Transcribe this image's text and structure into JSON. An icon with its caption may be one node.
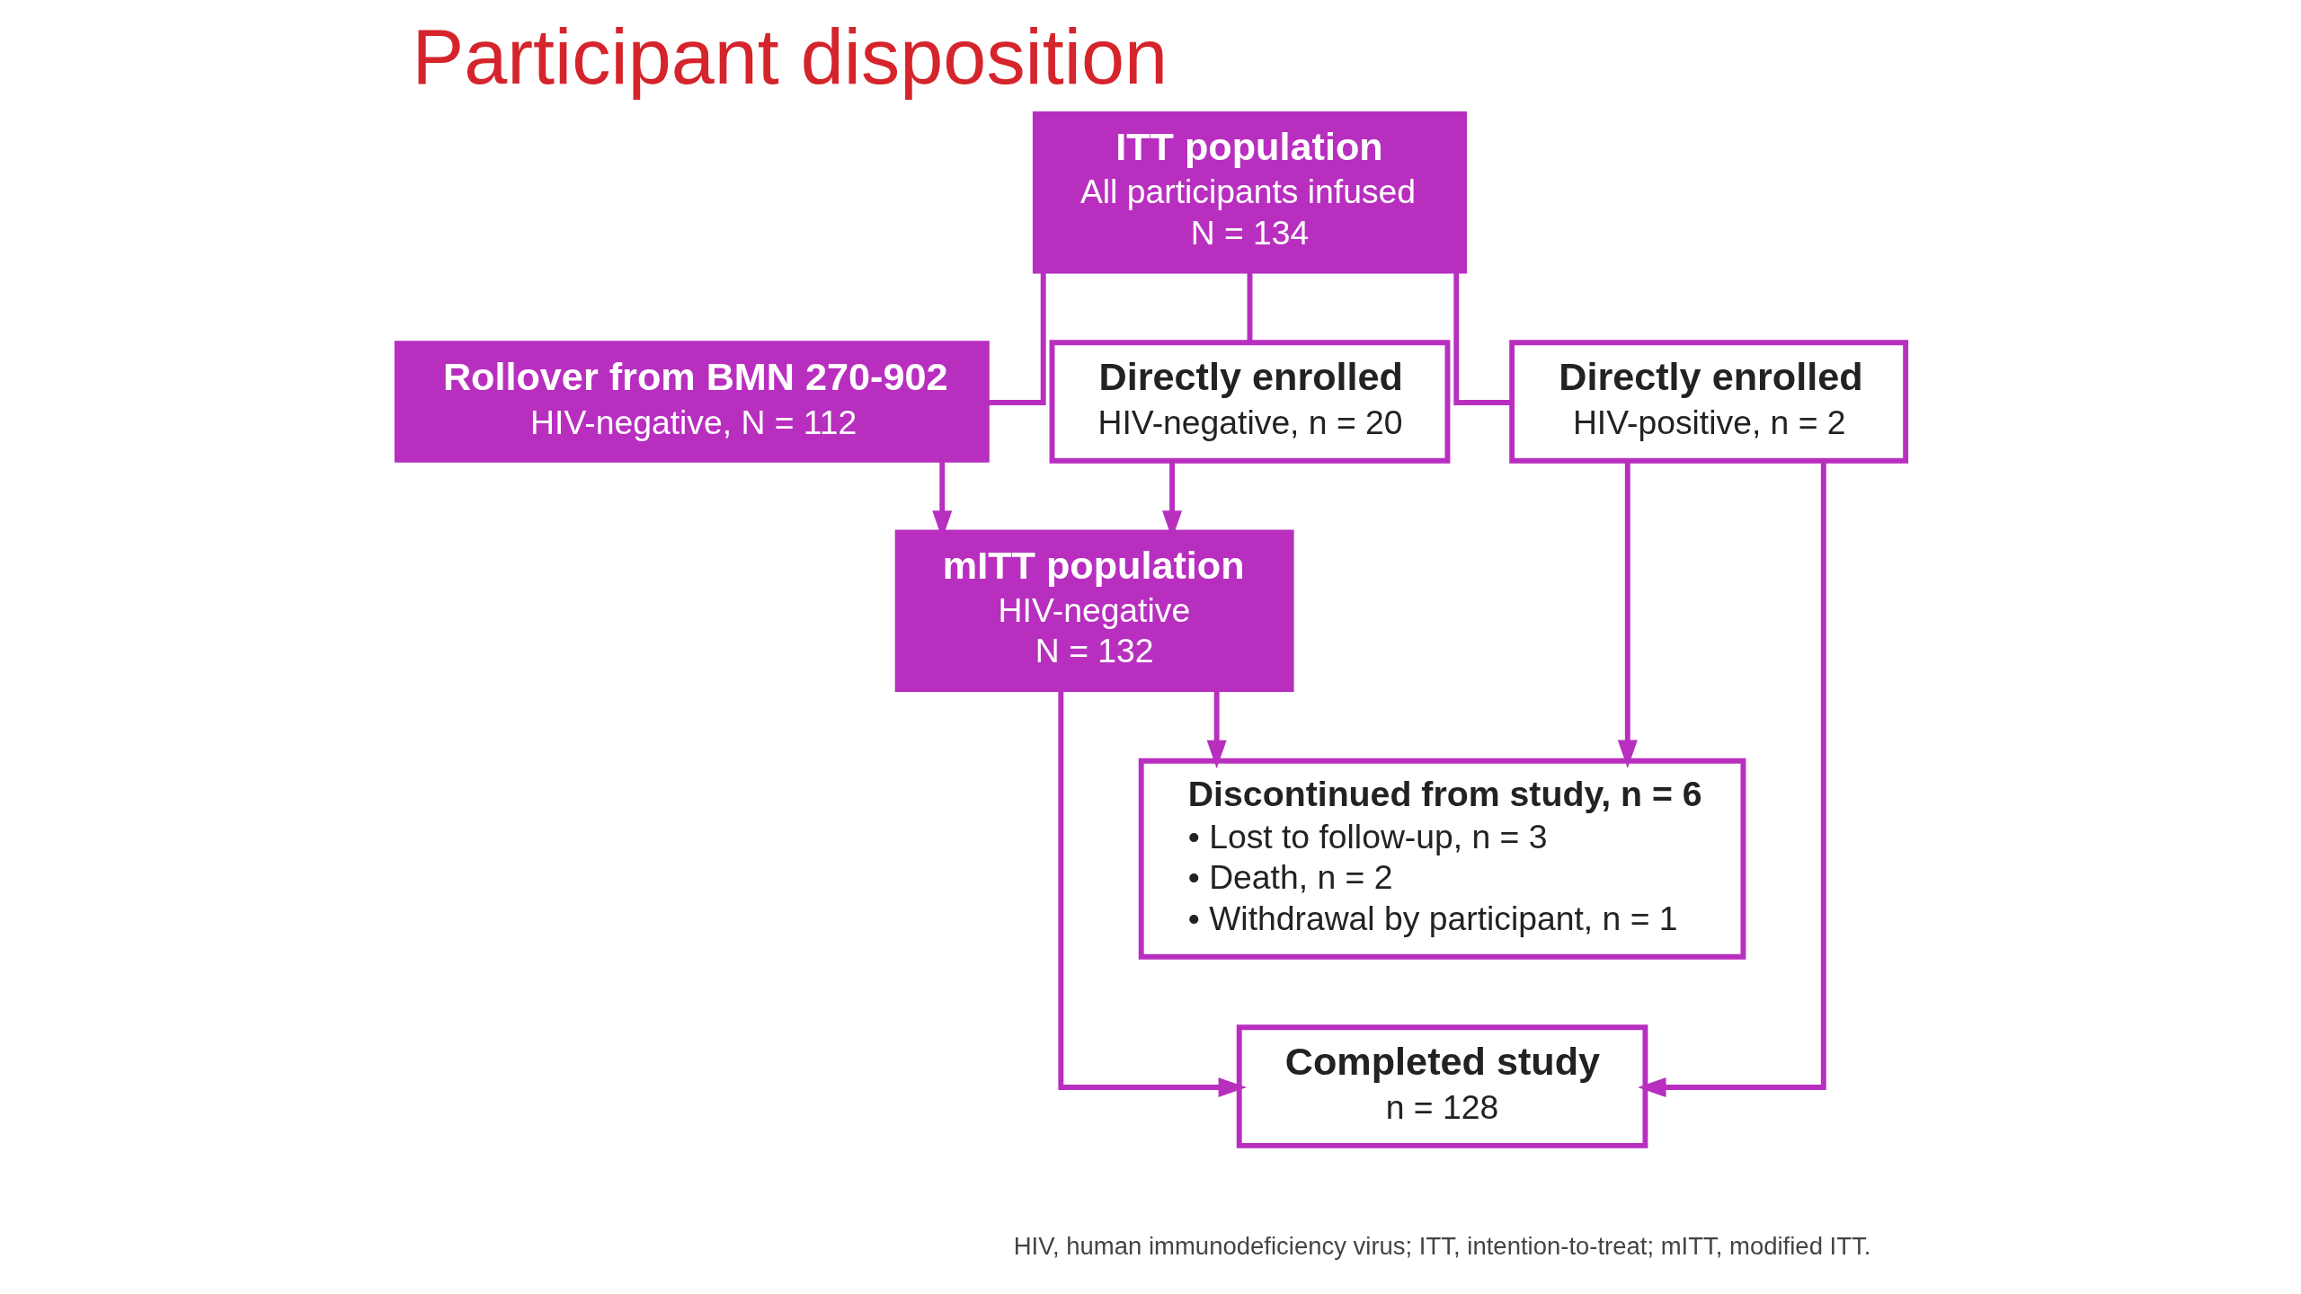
{
  "diagram": {
    "title": "Participant disposition",
    "nodes": [
      {
        "text": [
          "ITT population",
          "All participants infused",
          "N = 134"
        ]
      },
      {
        "text": [
          "Rollover from BMN 270-902",
          "HIV-negative, N = 112"
        ]
      },
      {
        "text": [
          "Directly enrolled",
          "HIV-negative, n = 20"
        ]
      },
      {
        "text": [
          "Directly enrolled",
          "HIV-positive, n = 2"
        ]
      },
      {
        "text": [
          "mITT population",
          "HIV-negative",
          "N = 132"
        ]
      },
      {
        "text": [
          "Discontinued from study, n = 6",
          "• Lost to follow-up, n = 3",
          "• Death, n = 2",
          "• Withdrawal by participant, n = 1"
        ]
      },
      {
        "text": [
          "Completed study",
          "n = 128"
        ]
      }
    ],
    "edges": [
      {
        "from": 0,
        "to": 1,
        "arrow": "none"
      },
      {
        "from": 0,
        "to": 2,
        "arrow": "none"
      },
      {
        "from": 0,
        "to": 3,
        "arrow": "none"
      },
      {
        "from": 1,
        "to": 4,
        "arrow": "to"
      },
      {
        "from": 2,
        "to": 4,
        "arrow": "to"
      },
      {
        "from": 4,
        "to": 5,
        "arrow": "to"
      },
      {
        "from": 4,
        "to": 6,
        "arrow": "to"
      },
      {
        "from": 3,
        "to": 5,
        "arrow": "to"
      },
      {
        "from": 3,
        "to": 6,
        "arrow": "to"
      }
    ],
    "labels": [
      "HIV, human immunodeficiency virus; ITT, intention-to-treat; mITT, modified ITT."
    ]
  }
}
